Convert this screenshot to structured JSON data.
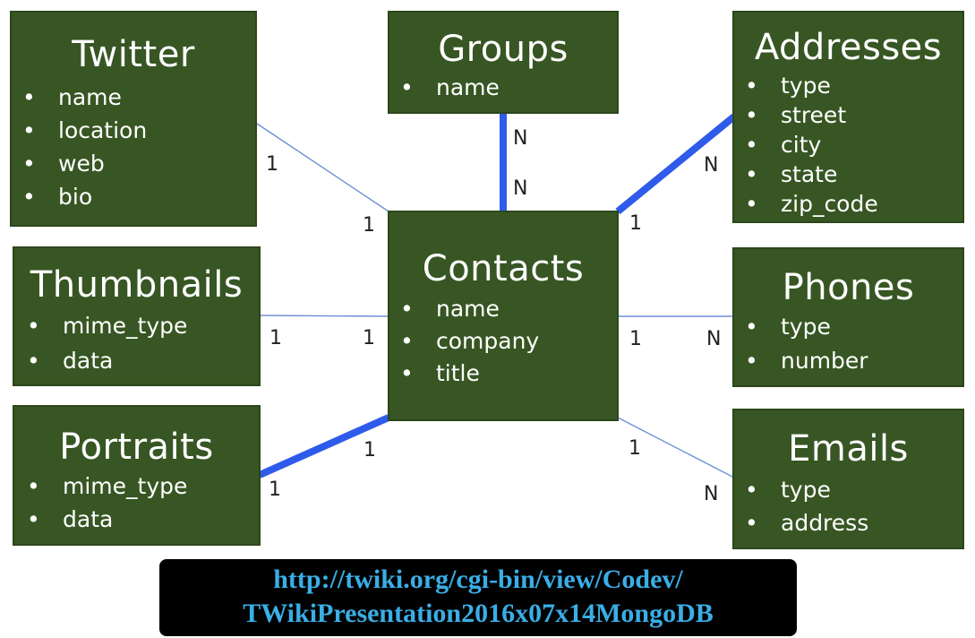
{
  "entities": {
    "twitter": {
      "title": "Twitter",
      "fields": [
        "name",
        "location",
        "web",
        "bio"
      ]
    },
    "groups": {
      "title": "Groups",
      "fields": [
        "name"
      ]
    },
    "addresses": {
      "title": "Addresses",
      "fields": [
        "type",
        "street",
        "city",
        "state",
        "zip_code"
      ]
    },
    "thumbnails": {
      "title": "Thumbnails",
      "fields": [
        "mime_type",
        "data"
      ]
    },
    "contacts": {
      "title": "Contacts",
      "fields": [
        "name",
        "company",
        "title"
      ]
    },
    "phones": {
      "title": "Phones",
      "fields": [
        "type",
        "number"
      ]
    },
    "portraits": {
      "title": "Portraits",
      "fields": [
        "mime_type",
        "data"
      ]
    },
    "emails": {
      "title": "Emails",
      "fields": [
        "type",
        "address"
      ]
    }
  },
  "relations": [
    {
      "from": "contacts",
      "to": "twitter",
      "contacts_card": "1",
      "other_card": "1",
      "embedded": false
    },
    {
      "from": "contacts",
      "to": "groups",
      "contacts_card": "N",
      "other_card": "N",
      "embedded": true
    },
    {
      "from": "contacts",
      "to": "addresses",
      "contacts_card": "1",
      "other_card": "N",
      "embedded": true
    },
    {
      "from": "contacts",
      "to": "thumbnails",
      "contacts_card": "1",
      "other_card": "1",
      "embedded": false
    },
    {
      "from": "contacts",
      "to": "phones",
      "contacts_card": "1",
      "other_card": "N",
      "embedded": false
    },
    {
      "from": "contacts",
      "to": "portraits",
      "contacts_card": "1",
      "other_card": "1",
      "embedded": true
    },
    {
      "from": "contacts",
      "to": "emails",
      "contacts_card": "1",
      "other_card": "N",
      "embedded": false
    }
  ],
  "colors": {
    "entity_fill": "#375623",
    "entity_text": "#ffffff",
    "embedded_link": "#2f5bea",
    "reference_link": "#6f8fd6",
    "label": "#222222",
    "banner_bg": "#000000",
    "banner_text": "#3aaee6"
  },
  "banner": {
    "line1": "http://twiki.org/cgi-bin/view/Codev/",
    "line2": "TWikiPresentation2016x07x14MongoDB"
  }
}
